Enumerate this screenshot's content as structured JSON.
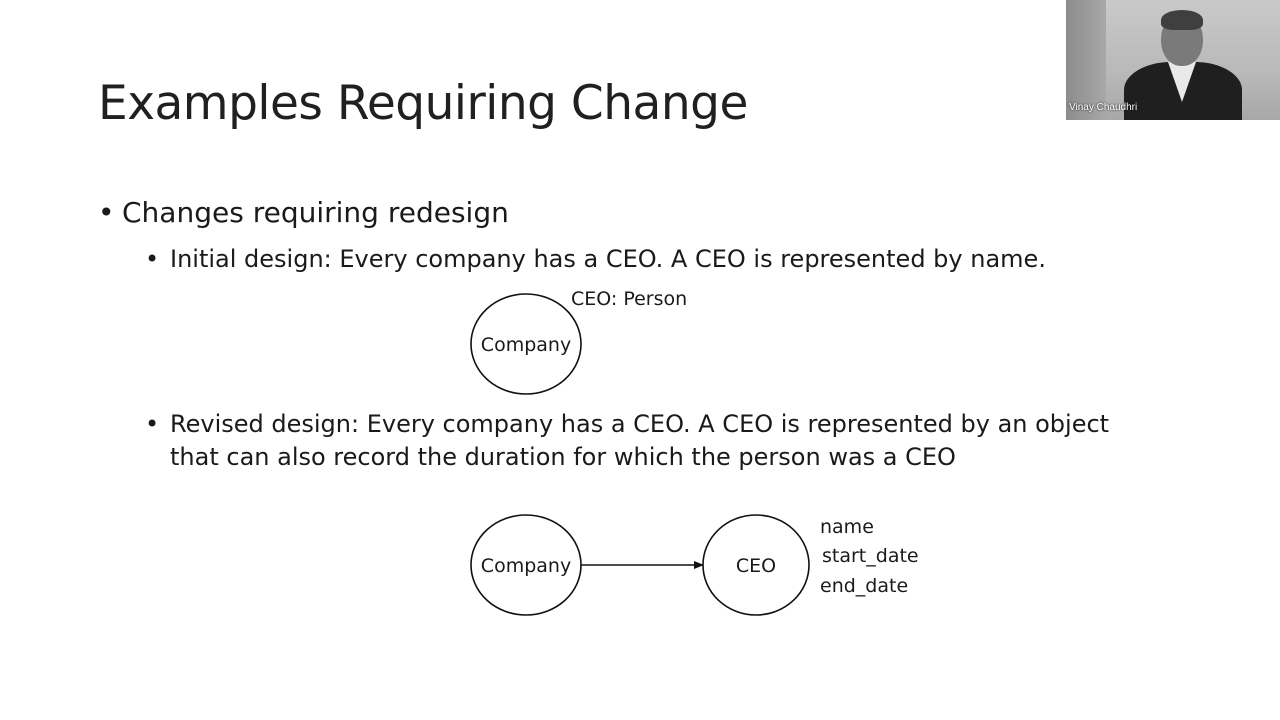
{
  "slide": {
    "title": "Examples Requiring Change",
    "bullets": {
      "level1": "Changes requiring redesign",
      "initial": "Initial design: Every company has a CEO. A CEO is represented by name.",
      "revised_line1": "Revised design: Every company has a CEO. A CEO is represented by an object",
      "revised_line2": "that can also record the duration for which the person was a CEO"
    },
    "bullet_glyph": "•"
  },
  "diagram_initial": {
    "node_label": "Company",
    "attribute": "CEO: Person"
  },
  "diagram_revised": {
    "source_label": "Company",
    "target_label": "CEO",
    "attributes": [
      "name",
      "start_date",
      "end_date"
    ]
  },
  "video": {
    "participant_name": "Vinay Chaudhri"
  }
}
